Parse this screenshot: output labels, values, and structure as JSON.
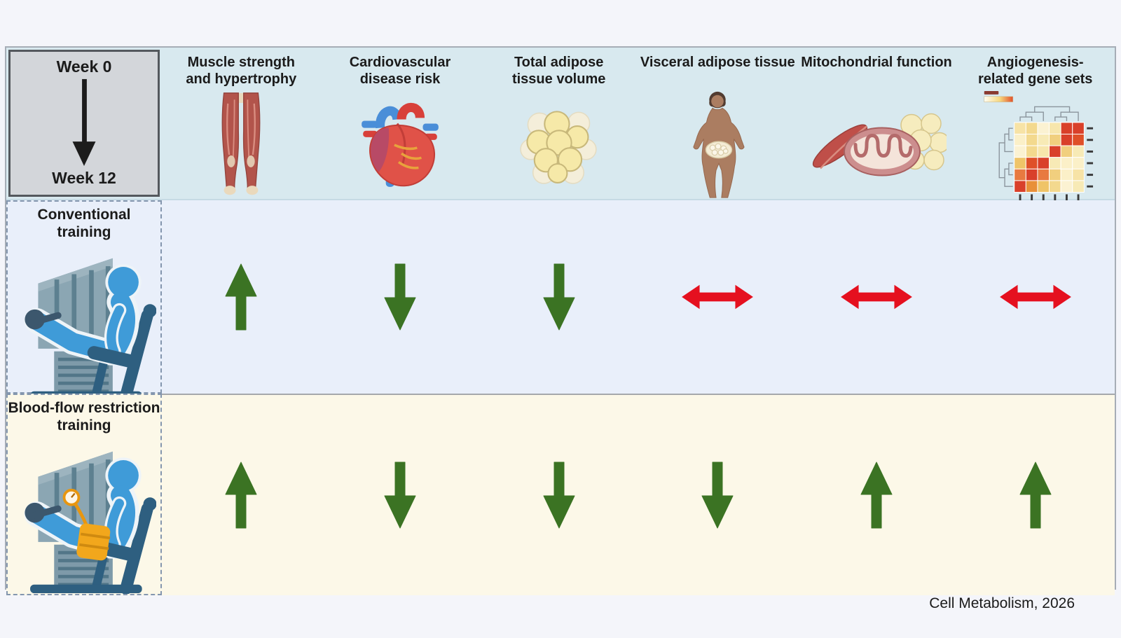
{
  "page": {
    "citation": "Cell Metabolism, 2026",
    "background_color": "#f4f5fa"
  },
  "figure": {
    "timeline": {
      "start_label": "Week 0",
      "end_label": "Week 12"
    },
    "section_colors": {
      "header_bg": "#d8e9ef",
      "conventional_row_bg": "#e9effa",
      "bfr_row_bg": "#fcf8e8",
      "week_box_bg": "#d3d6da"
    },
    "arrow_colors": {
      "increase": "#3b7323",
      "decrease": "#3b7323",
      "no-change": "#e5101f"
    },
    "outcome_columns": [
      {
        "label": "Muscle strength\nand hypertrophy",
        "icon": "leg-muscles-icon"
      },
      {
        "label": "Cardiovascular\ndisease risk",
        "icon": "heart-icon"
      },
      {
        "label": "Total adipose\ntissue volume",
        "icon": "adipose-tissue-icon"
      },
      {
        "label": "Visceral adipose tissue",
        "icon": "body-visceral-fat-icon"
      },
      {
        "label": "Mitochondrial function",
        "icon": "mitochondrion-icon"
      },
      {
        "label": "Angiogenesis-\nrelated gene sets",
        "icon": "gene-heatmap-icon"
      }
    ],
    "training_rows": [
      {
        "label": "Conventional\ntraining",
        "icon": "leg-extension-machine-icon",
        "results": [
          {
            "outcome": "Muscle strength and hypertrophy",
            "direction": "up",
            "change": "increase"
          },
          {
            "outcome": "Cardiovascular disease risk",
            "direction": "down",
            "change": "decrease"
          },
          {
            "outcome": "Total adipose tissue volume",
            "direction": "down",
            "change": "decrease"
          },
          {
            "outcome": "Visceral adipose tissue",
            "direction": "left-right",
            "change": "no-change"
          },
          {
            "outcome": "Mitochondrial function",
            "direction": "left-right",
            "change": "no-change"
          },
          {
            "outcome": "Angiogenesis-related gene sets",
            "direction": "left-right",
            "change": "no-change"
          }
        ]
      },
      {
        "label": "Blood-flow restriction\ntraining",
        "icon": "bfr-leg-extension-machine-icon",
        "results": [
          {
            "outcome": "Muscle strength and hypertrophy",
            "direction": "up",
            "change": "increase"
          },
          {
            "outcome": "Cardiovascular disease risk",
            "direction": "down",
            "change": "decrease"
          },
          {
            "outcome": "Total adipose tissue volume",
            "direction": "down",
            "change": "decrease"
          },
          {
            "outcome": "Visceral adipose tissue",
            "direction": "down",
            "change": "decrease"
          },
          {
            "outcome": "Mitochondrial function",
            "direction": "up",
            "change": "increase"
          },
          {
            "outcome": "Angiogenesis-related gene sets",
            "direction": "up",
            "change": "increase"
          }
        ]
      }
    ],
    "heatmap_matrix": [
      [
        "#f7e3a6",
        "#f3d98e",
        "#fbf2d2",
        "#f7e6ac",
        "#d9402a",
        "#d9402a"
      ],
      [
        "#fbf0c8",
        "#f3d98e",
        "#f7eab6",
        "#f1cf7e",
        "#d9402a",
        "#df5028"
      ],
      [
        "#fbf2d2",
        "#f3d98e",
        "#f7e6ac",
        "#d9402a",
        "#f1cf7e",
        "#f7eab6"
      ],
      [
        "#efc468",
        "#df5028",
        "#d9402a",
        "#f7eab6",
        "#fbf0c8",
        "#fbf0c8"
      ],
      [
        "#e87a40",
        "#d9402a",
        "#e87a40",
        "#f1cf7e",
        "#fbf0c8",
        "#f7e3a6"
      ],
      [
        "#d9402a",
        "#e89038",
        "#efc468",
        "#f3d98e",
        "#fbf2d2",
        "#f7eab6"
      ]
    ]
  }
}
